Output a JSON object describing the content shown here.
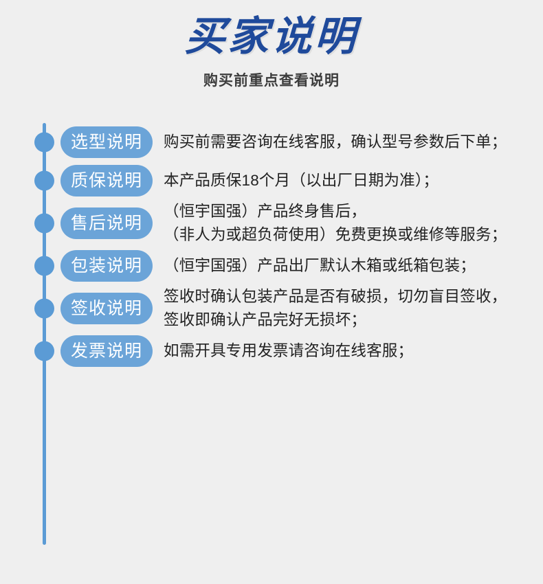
{
  "header": {
    "title": "买家说明",
    "subtitle": "购买前重点查看说明"
  },
  "colors": {
    "background": "#efefef",
    "title": "#1f4a9b",
    "subtitle": "#3c3c3c",
    "axis": "#5b9bd5",
    "dot": "#5b9bd5",
    "badge_bg": "#6ba4d8",
    "badge_text": "#ffffff",
    "body_text": "#222222"
  },
  "timeline": {
    "items": [
      {
        "badge": "选型说明",
        "text": "购买前需要咨询在线客服，确认型号参数后下单；"
      },
      {
        "badge": "质保说明",
        "text": "本产品质保18个月（以出厂日期为准）；"
      },
      {
        "badge": "售后说明",
        "text": "（恒宇国强）产品终身售后，\n（非人为或超负荷使用）免费更换或维修等服务；"
      },
      {
        "badge": "包装说明",
        "text": "（恒宇国强）产品出厂默认木箱或纸箱包装；"
      },
      {
        "badge": "签收说明",
        "text": "签收时确认包装产品是否有破损，切勿盲目签收，\n签收即确认产品完好无损坏；"
      },
      {
        "badge": "发票说明",
        "text": "如需开具专用发票请咨询在线客服；"
      }
    ]
  }
}
